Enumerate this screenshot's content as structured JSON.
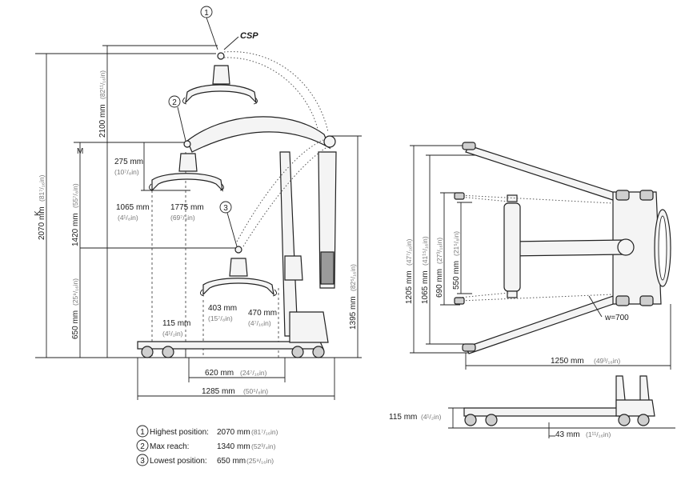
{
  "side_view": {
    "callouts": [
      "1",
      "2",
      "3"
    ],
    "csp": "CSP",
    "letters": {
      "k": "K",
      "m": "M"
    },
    "dims": {
      "height_2070": {
        "mm": "2070 mm",
        "inch": "(81⁷/₁₆in)"
      },
      "height_1420": {
        "mm": "1420 mm",
        "inch": "(55⁷/₈in)"
      },
      "height_2100": {
        "mm": "2100 mm",
        "inch": "(82¹¹/₁₆in)"
      },
      "height_650": {
        "mm": "650 mm",
        "inch": "(25⁹/₁₆in)"
      },
      "height_1395": {
        "mm": "1395 mm",
        "inch": "(82⁵/₁₆in)"
      },
      "spreader_275": {
        "mm": "275 mm",
        "inch": "(10⁷/₈in)"
      },
      "reach_1065": {
        "mm": "1065 mm",
        "inch": "(4¹/₈in)"
      },
      "reach_1775": {
        "mm": "1775 mm",
        "inch": "(69⁷/₈in)"
      },
      "leg_403": {
        "mm": "403 mm",
        "inch": "(15⁷/₈in)"
      },
      "leg_470": {
        "mm": "470 mm",
        "inch": "(4⁷/₁₆in)"
      },
      "clearance_115": {
        "mm": "115 mm",
        "inch": "(4¹/₂in)"
      },
      "base_620": {
        "mm": "620 mm",
        "inch": "(24⁷/₁₆in)"
      },
      "length_1285": {
        "mm": "1285 mm",
        "inch": "(50⁵/₈in)"
      }
    }
  },
  "top_view": {
    "dims": {
      "width_1205": {
        "mm": "1205 mm",
        "inch": "(47⁷/₁₆in)"
      },
      "width_1065": {
        "mm": "1065 mm",
        "inch": "(41¹⁵/₁₆in)"
      },
      "width_690": {
        "mm": "690 mm",
        "inch": "(27³/₁₆in)"
      },
      "width_550": {
        "mm": "550 mm",
        "inch": "(21⁵/₈in)"
      },
      "length_1250": {
        "mm": "1250 mm",
        "inch": "(49³/₁₆in)"
      }
    },
    "w_label": "w=700"
  },
  "low_view": {
    "dims": {
      "clearance_115": {
        "mm": "115 mm",
        "inch": "(4¹/₂in)"
      },
      "leg_43": {
        "mm": "43 mm",
        "inch": "(1¹¹/₁₆in)"
      }
    }
  },
  "legend": [
    {
      "num": "1",
      "label": "Highest position:",
      "mm": "2070 mm",
      "inch": "(81⁷/₁₆in)"
    },
    {
      "num": "2",
      "label": "Max reach:",
      "mm": "1340 mm",
      "inch": "(52³/₄in)"
    },
    {
      "num": "3",
      "label": "Lowest position:",
      "mm": "650 mm",
      "inch": "(25⁹/₁₆in)"
    }
  ]
}
